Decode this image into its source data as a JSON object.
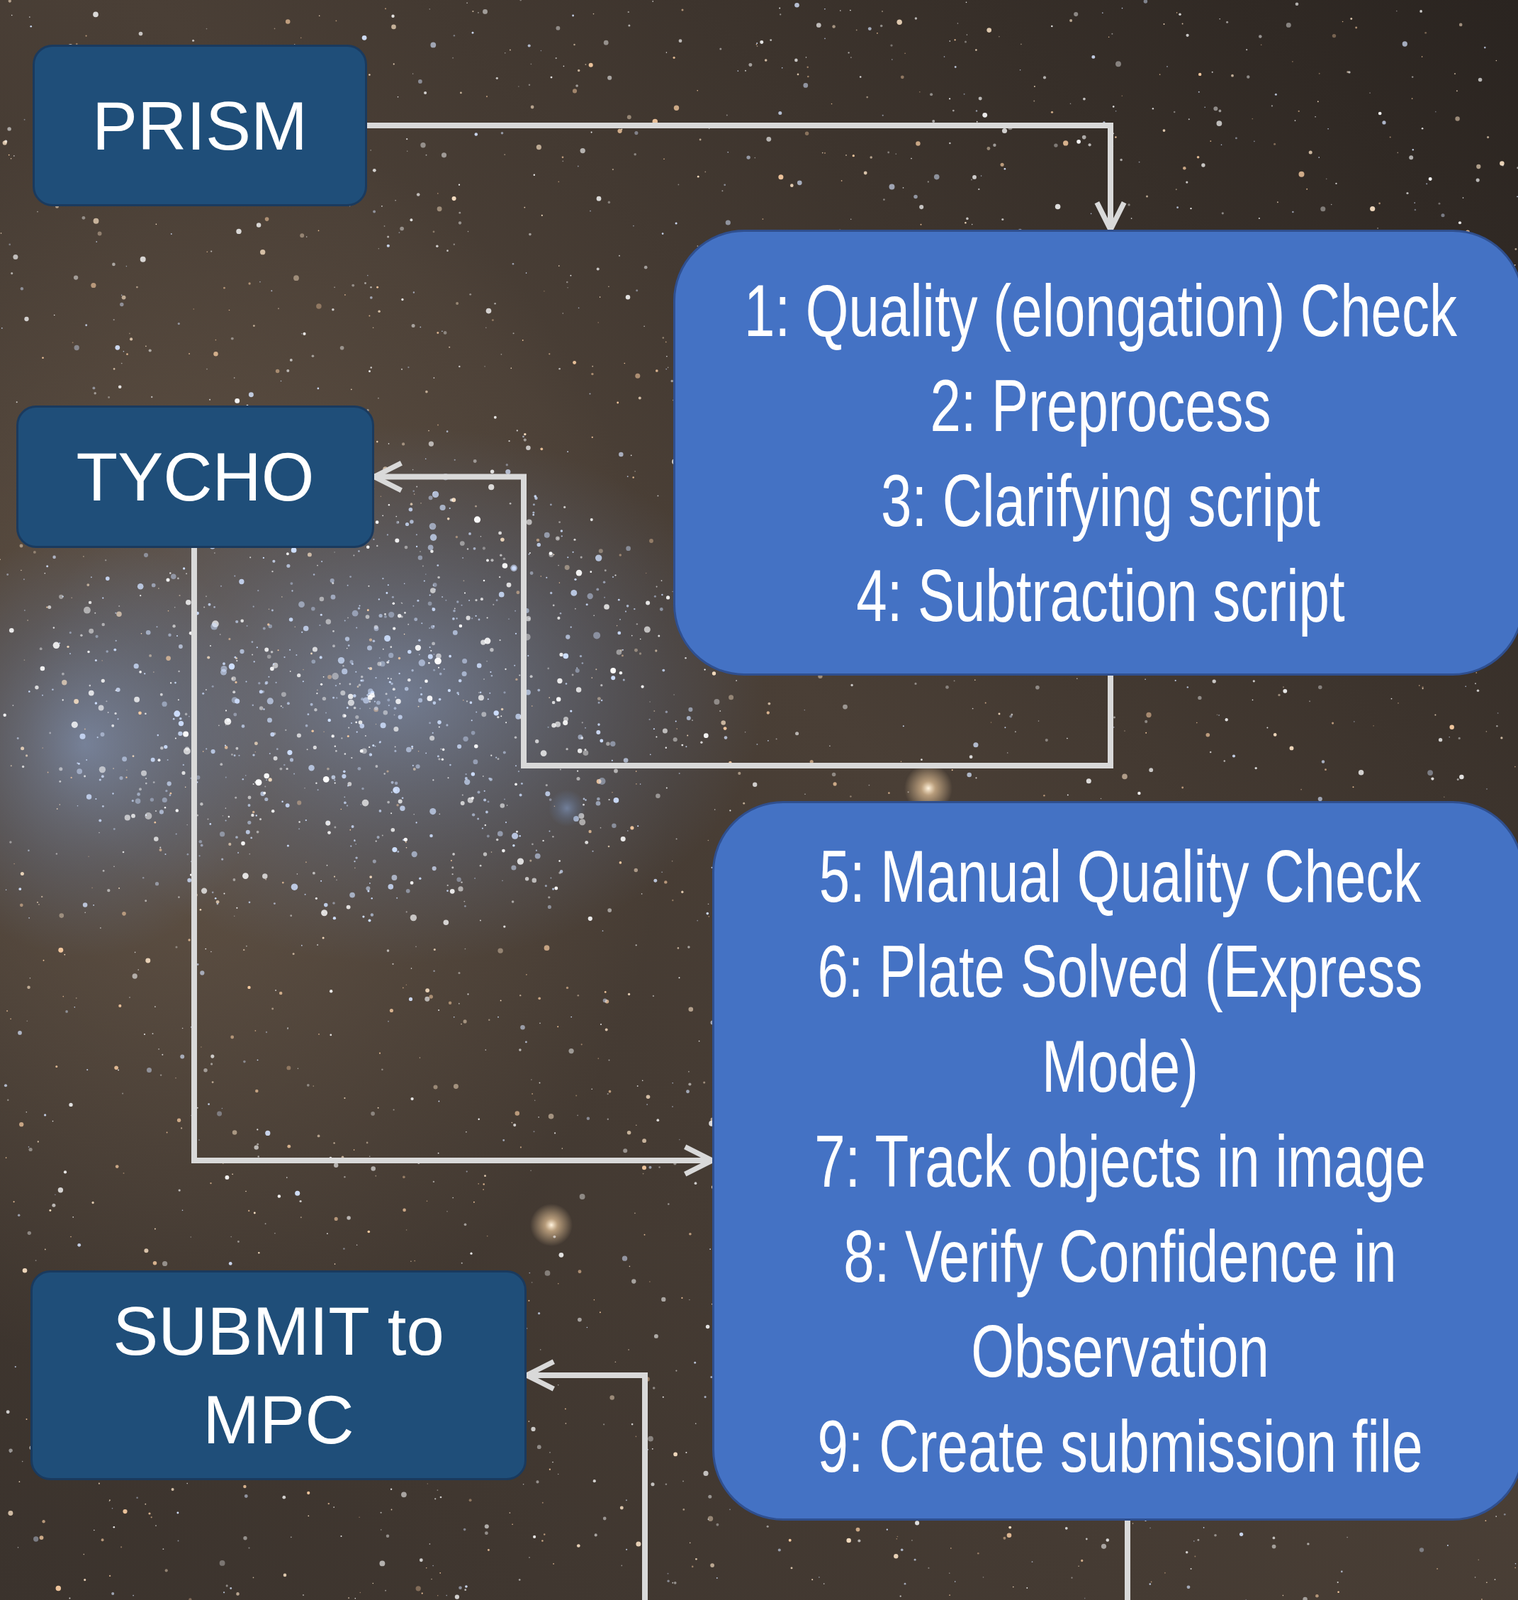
{
  "diagram": {
    "nodes": [
      {
        "text": [
          "PRISM"
        ]
      },
      {
        "text": [
          "1: Quality (elongation) Check",
          "2: Preprocess",
          "3: Clarifying script",
          "4: Subtraction script"
        ]
      },
      {
        "text": [
          "TYCHO"
        ]
      },
      {
        "text": [
          "5: Manual Quality Check",
          "6: Plate Solved (Express Mode)",
          "7: Track objects in image",
          "8: Verify Confidence in Observation",
          "9: Create submission file"
        ]
      },
      {
        "text": [
          "SUBMIT to MPC"
        ]
      }
    ],
    "edges": [
      {
        "from": 0,
        "to": 1,
        "arrow": "to"
      },
      {
        "from": 1,
        "to": 2,
        "arrow": "to"
      },
      {
        "from": 2,
        "to": 3,
        "arrow": "to"
      },
      {
        "from": 3,
        "to": 4,
        "arrow": "to"
      }
    ]
  }
}
